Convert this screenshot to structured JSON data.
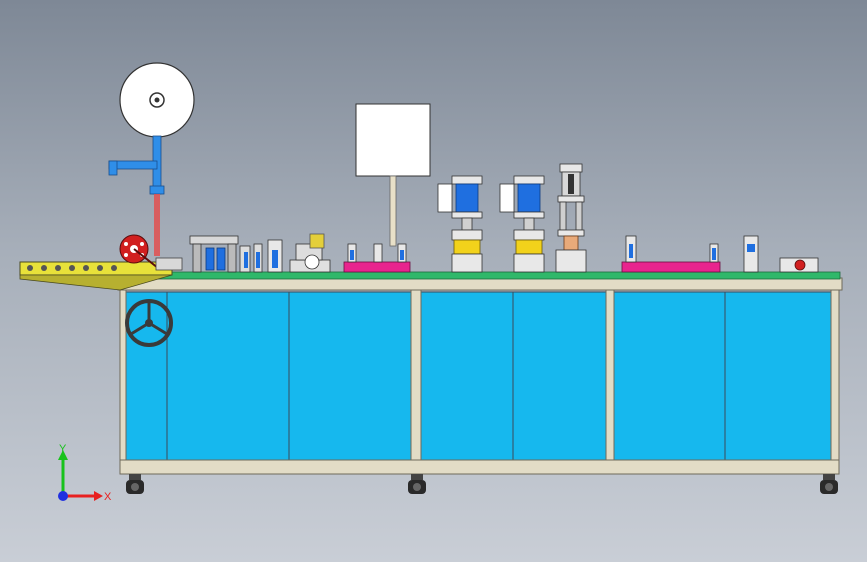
{
  "viewport": {
    "background_top": "#7e8896",
    "background_bottom": "#c9ced6"
  },
  "colors": {
    "cabinet_panel": "#16b8ee",
    "cabinet_frame": "#e2dcc6",
    "frame_edge": "#6f6a5a",
    "tabletop": "#2fb86a",
    "feeder_plate": "#e8e13a",
    "fixture_magenta": "#e8248e",
    "cylinder_blue": "#1f6fe0",
    "press_yellow": "#f2d21b",
    "spool_white": "#ffffff",
    "tape_red": "#e25050",
    "wheel_red": "#d11f1f",
    "arm_blue": "#2f8ee8",
    "handwheel": "#3a3a3a"
  },
  "triad": {
    "y_label": "Y",
    "x_label": "X",
    "y_color": "#18c21c",
    "x_color": "#e82020",
    "z_color": "#2030e0"
  },
  "components": [
    "tape-spool",
    "spool-arm",
    "tape-strip",
    "tension-wheel",
    "feeder-plate",
    "pre-forming-station",
    "folding-station",
    "control-box",
    "fixture-left",
    "press-cylinder-1",
    "press-cylinder-2",
    "press-cylinder-3",
    "fixture-right",
    "outfeed-station",
    "machine-cabinet",
    "hand-wheel",
    "caster-wheels"
  ]
}
